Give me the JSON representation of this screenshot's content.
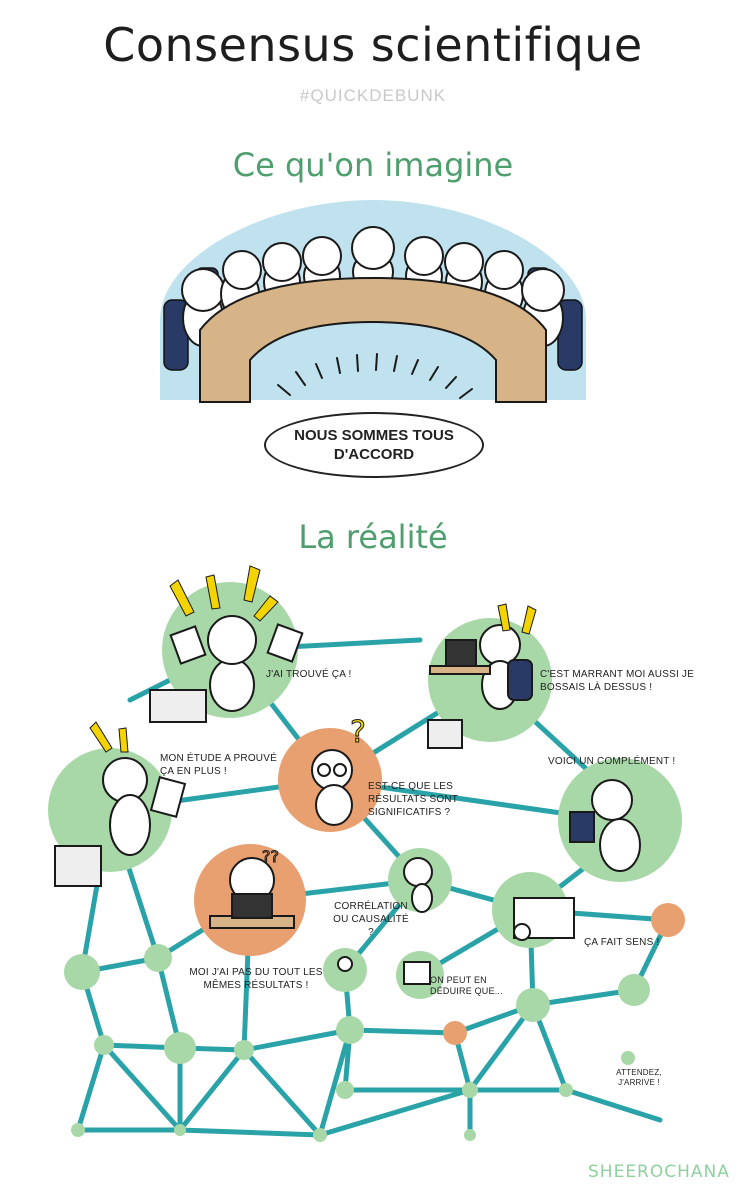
{
  "header": {
    "title": "Consensus scientifique",
    "hashtag": "#QUICKDEBUNK"
  },
  "imagine": {
    "heading": "Ce qu'on imagine",
    "speech": "NOUS SOMMES TOUS D'ACCORD"
  },
  "reality": {
    "heading": "La réalité",
    "bubbles": {
      "found": "J'ai trouvé ça !",
      "funny": "C'est marrant moi aussi je bossais là dessus !",
      "proved": "Mon étude a prouvé ça en plus !",
      "significant": "Est-ce que les résultats sont significatifs ?",
      "complement": "Voici un complément !",
      "correlation": "Corrélation ou causalité ?",
      "sense": "Ça fait sens !",
      "notsame": "Moi j'ai pas du tout les mêmes résultats !",
      "deduce": "On peut en déduire que...",
      "wait": "Attendez, j'arrive !"
    }
  },
  "credit": "SHEEROCHANA",
  "colors": {
    "green": "#a8d8a8",
    "orange": "#e8a070",
    "teal": "#2aa3a8",
    "sky": "#bfe2ee",
    "table": "#d6b488",
    "chair": "#2a3a66",
    "heading": "#4f9e6e"
  }
}
